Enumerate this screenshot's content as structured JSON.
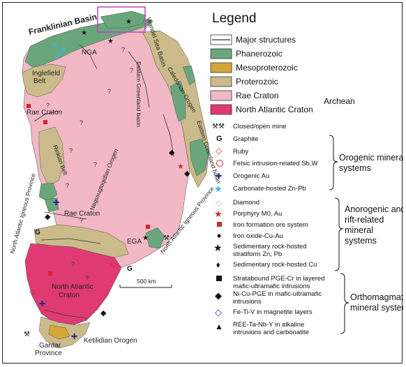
{
  "colors": {
    "phanerozoic": "#6aa67c",
    "mesoproterozoic": "#d4a838",
    "proterozoic": "#cbbb8a",
    "rae_craton": "#f2b8c6",
    "north_atlantic_craton": "#e03a72",
    "box": "#c040c0",
    "franklinian": "#e0182b"
  },
  "map": {
    "franklinian_basin": "Franklinian Basin",
    "wandel_sea_basin": "Wandel Sea Basin",
    "nga": "NGA",
    "inglefield_belt": "Inglefield\nBelt",
    "rae_craton_north": "Rae Craton",
    "eastern_greenland_basin_1": "Eastern Greenland basin",
    "caledonian_orogen": "Caledonian Orogen",
    "eastern_greenland_basin_2": "Eastern Greenland basin",
    "rinkian_belt": "Rinkian Belt",
    "north_atlantic_igneous_province_w": "North Atlantic Igneous Province",
    "rae_craton_south": "Rae Craton",
    "nagssugtoqidian_orogen": "Nagssugtoqidian Orogen",
    "ega": "EGA",
    "north_atlantic_igneous_province_e": "North Atlantic Igneous Province",
    "north_atlantic_craton": "North Atlantic Craton",
    "scale": "500 km",
    "ketilidian_orogen": "Ketilidian Orogen",
    "gardar_province": "Gardar\nProvince",
    "g_west": "G",
    "g_east": "G"
  },
  "legend": {
    "title": "Legend",
    "units": [
      {
        "label": "Major structures",
        "kind": "line"
      },
      {
        "label": "Phanerozoic",
        "kind": "phanerozoic"
      },
      {
        "label": "Mesoproterozoic",
        "kind": "mesoproterozoic"
      },
      {
        "label": "Proterozoic",
        "kind": "proterozoic"
      },
      {
        "label": "Rae Craton",
        "kind": "rae_craton"
      },
      {
        "label": "North Atlantic Craton",
        "kind": "north_atlantic_craton"
      }
    ],
    "archean": "Archean",
    "symbols": [
      {
        "label": "Closed/open mine",
        "icon": "mine-icon"
      },
      {
        "label": "Graphite",
        "icon": "g-letter-icon"
      },
      {
        "label": "Ruby",
        "icon": "open-diamond-icon"
      },
      {
        "label": "Felsic intrusion-related Sb,W",
        "icon": "open-circle-icon"
      },
      {
        "label": "Orogenic Au",
        "icon": "cross-icon"
      },
      {
        "label": "Carbonate-hosted Zn-Pb",
        "icon": "cyan-star-icon"
      },
      {
        "label": "Diamond",
        "icon": "white-diamond-icon"
      },
      {
        "label": "Porphyry M0, Au",
        "icon": "red-star-icon"
      },
      {
        "label": "Iron formation ore system",
        "icon": "red-square-icon"
      },
      {
        "label": "Iron oxide-Cu-Au",
        "icon": "dot-icon"
      },
      {
        "label": "Sedimentary rock-hosted\nstratiform Zn, Pb",
        "icon": "black-star-icon"
      },
      {
        "label": "Sedimentary rock-hosted Cu",
        "icon": "black-drop-icon"
      },
      {
        "label": "Stratabound PGE-Cr in layered\nmafic-ultramafic intrusions",
        "icon": "black-square-icon"
      },
      {
        "label": "Ni-Cu-PGE in mafic-ultramafic\nintrusions",
        "icon": "black-diamond-icon"
      },
      {
        "label": "Fe-Ti-V in magnetite layers",
        "icon": "blue-open-diamond-icon"
      },
      {
        "label": "REE-Ta-Nb-Y in alkaline\nintrusions and carbonatite",
        "icon": "triangle-icon"
      }
    ],
    "groups": [
      {
        "label": "Orogenic mineral\nsystems"
      },
      {
        "label": "Anorogenic and\nrift-related\nmineral\nsystems"
      },
      {
        "label": "Orthomagmatic\nmineral systems"
      }
    ]
  }
}
